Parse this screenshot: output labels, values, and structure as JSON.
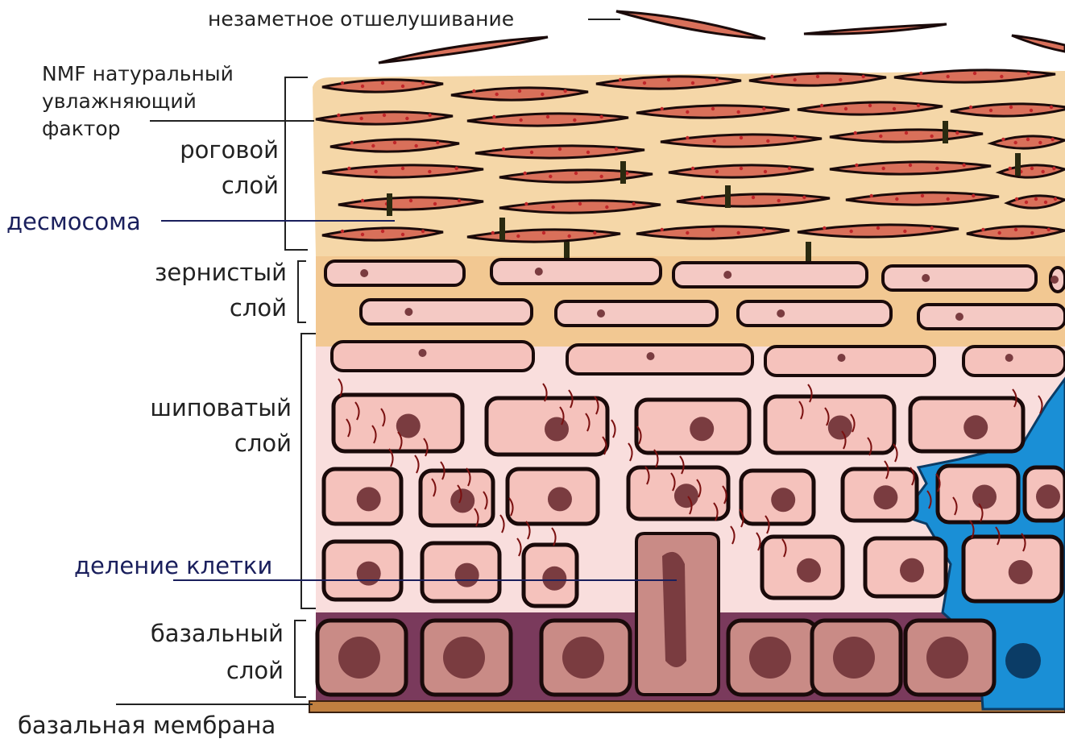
{
  "labels": {
    "desquamation": "незаметное отшелушивание",
    "nmf_line1": "NMF натуральный",
    "nmf_line2": "увлажняющий",
    "nmf_line3": "фактор",
    "corneum_line1": "роговой",
    "corneum_line2": "слой",
    "desmosome": "десмосома",
    "granulosum_line1": "зернистый",
    "granulosum_line2": "слой",
    "spinosum_line1": "шиповатый",
    "spinosum_line2": "слой",
    "cell_division": "деление клетки",
    "basal_line1": "базальный",
    "basal_line2": "слой",
    "basement_membrane": "базальная мембрана"
  },
  "colors": {
    "corneum_bg": "#f5d7a8",
    "flake_fill": "#d9705a",
    "flake_dots": "#c0262a",
    "granular_bg": "#f2c892",
    "granular_cell": "#f4c9c4",
    "spinous_bg": "#f9dedd",
    "spinous_cell": "#f5c2bc",
    "nucleus": "#7a3c40",
    "basal_bg": "#7a3a5c",
    "basal_cell": "#c98b86",
    "melanocyte_blue": "#1a8fd6",
    "blue_label": "#1a1f5c",
    "membrane": "#c08040"
  }
}
